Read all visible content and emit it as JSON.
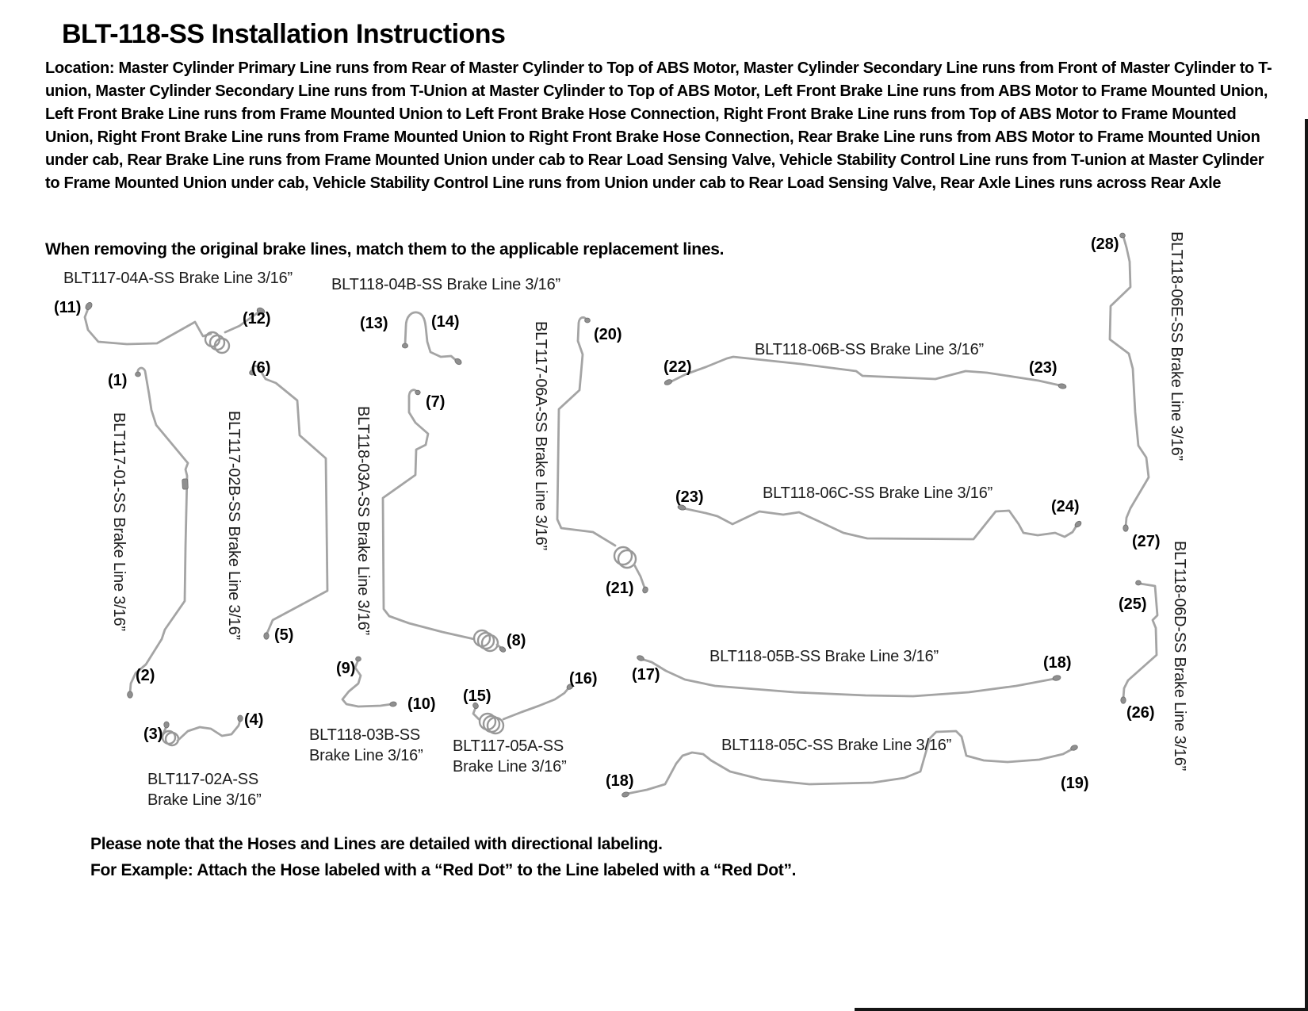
{
  "page": {
    "title": "BLT-118-SS Installation Instructions",
    "location_text": "Location: Master Cylinder Primary Line runs from Rear of Master Cylinder to Top of ABS Motor, Master Cylinder Secondary Line runs from Front of Master Cylinder to T-union, Master Cylinder Secondary Line runs from T-Union at Master Cylinder to Top of ABS Motor, Left Front Brake Line runs from ABS Motor to Frame Mounted Union, Left Front Brake Line runs from Frame Mounted Union to Left Front Brake Hose Connection, Right Front Brake Line runs from Top of ABS Motor to Frame Mounted Union, Right Front Brake Line runs from Frame Mounted Union to Right Front Brake Hose Connection, Rear Brake Line runs from ABS Motor to Frame Mounted Union under cab, Rear Brake Line runs from Frame Mounted Union under cab to Rear Load Sensing Valve, Vehicle Stability Control Line runs from T-union at Master Cylinder to Frame Mounted Union under cab, Vehicle Stability Control Line runs from Union under cab to Rear Load Sensing Valve, Rear Axle Lines runs across Rear Axle",
    "match_note": "When removing the original brake lines, match them to the applicable replacement lines.",
    "footer_line1": "Please note that the Hoses and Lines are detailed with directional labeling.",
    "footer_line2": "For Example: Attach the Hose labeled with a “Red Dot” to the Line labeled with a “Red Dot”."
  },
  "diagram": {
    "labels": {
      "blt117_04a": "BLT117-04A-SS Brake Line 3/16”",
      "blt118_04b": "BLT118-04B-SS Brake Line 3/16”",
      "blt117_01": "BLT117-01-SS Brake Line 3/16”",
      "blt117_02b": "BLT117-02B-SS Brake Line 3/16”",
      "blt118_03a": "BLT118-03A-SS Brake Line 3/16”",
      "blt117_06a": "BLT117-06A-SS Brake Line 3/16”",
      "blt118_06b": "BLT118-06B-SS Brake Line 3/16”",
      "blt118_06c": "BLT118-06C-SS Brake Line 3/16”",
      "blt118_06e": "BLT118-06E-SS Brake Line 3/16”",
      "blt118_06d": "BLT118-06D-SS Brake Line 3/16”",
      "blt118_05b": "BLT118-05B-SS Brake Line 3/16”",
      "blt118_05c": "BLT118-05C-SS Brake Line 3/16”",
      "blt117_02a_1": "BLT117-02A-SS",
      "blt117_02a_2": "Brake Line 3/16”",
      "blt118_03b_1": "BLT118-03B-SS",
      "blt118_03b_2": "Brake Line 3/16”",
      "blt117_05a_1": "BLT117-05A-SS",
      "blt117_05a_2": "Brake Line 3/16”"
    },
    "markers": {
      "m1": "(1)",
      "m2": "(2)",
      "m3": "(3)",
      "m4": "(4)",
      "m5": "(5)",
      "m6": "(6)",
      "m7": "(7)",
      "m8": "(8)",
      "m9": "(9)",
      "m10": "(10)",
      "m11": "(11)",
      "m12": "(12)",
      "m13": "(13)",
      "m14": "(14)",
      "m15": "(15)",
      "m16": "(16)",
      "m17": "(17)",
      "m18": "(18)",
      "m19": "(19)",
      "m20": "(20)",
      "m21": "(21)",
      "m22": "(22)",
      "m23": "(23)",
      "m24": "(24)",
      "m25": "(25)",
      "m26": "(26)",
      "m27": "(27)",
      "m28": "(28)"
    },
    "line_color": "#a4a4a4",
    "fitting_color": "#8f8f8f"
  }
}
